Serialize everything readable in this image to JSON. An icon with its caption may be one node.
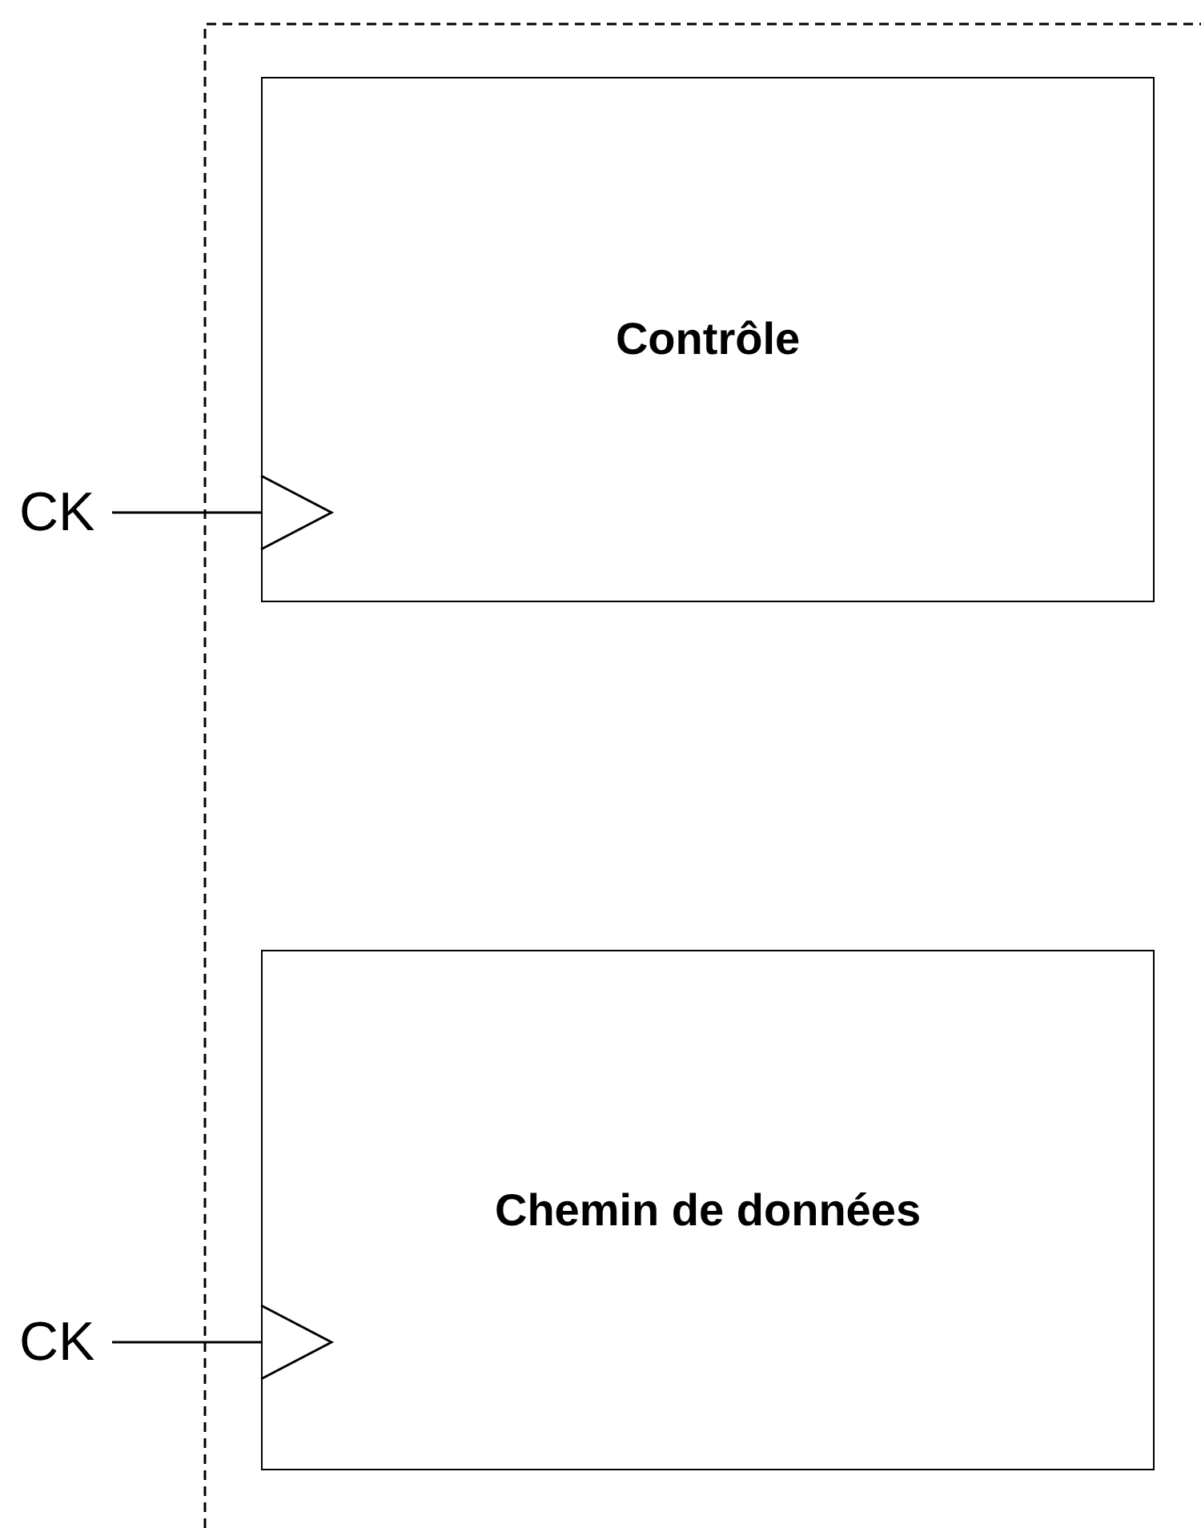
{
  "diagram": {
    "nodes": [
      {
        "text": [
          "Contrôle"
        ]
      },
      {
        "text": [
          "Chemin de données"
        ]
      },
      {
        "text": [
          "CK"
        ]
      },
      {
        "text": [
          "CK"
        ]
      }
    ],
    "edges": [
      {
        "from": 2,
        "to": 0,
        "arrow": "none"
      },
      {
        "from": 3,
        "to": 1,
        "arrow": "none"
      }
    ]
  }
}
